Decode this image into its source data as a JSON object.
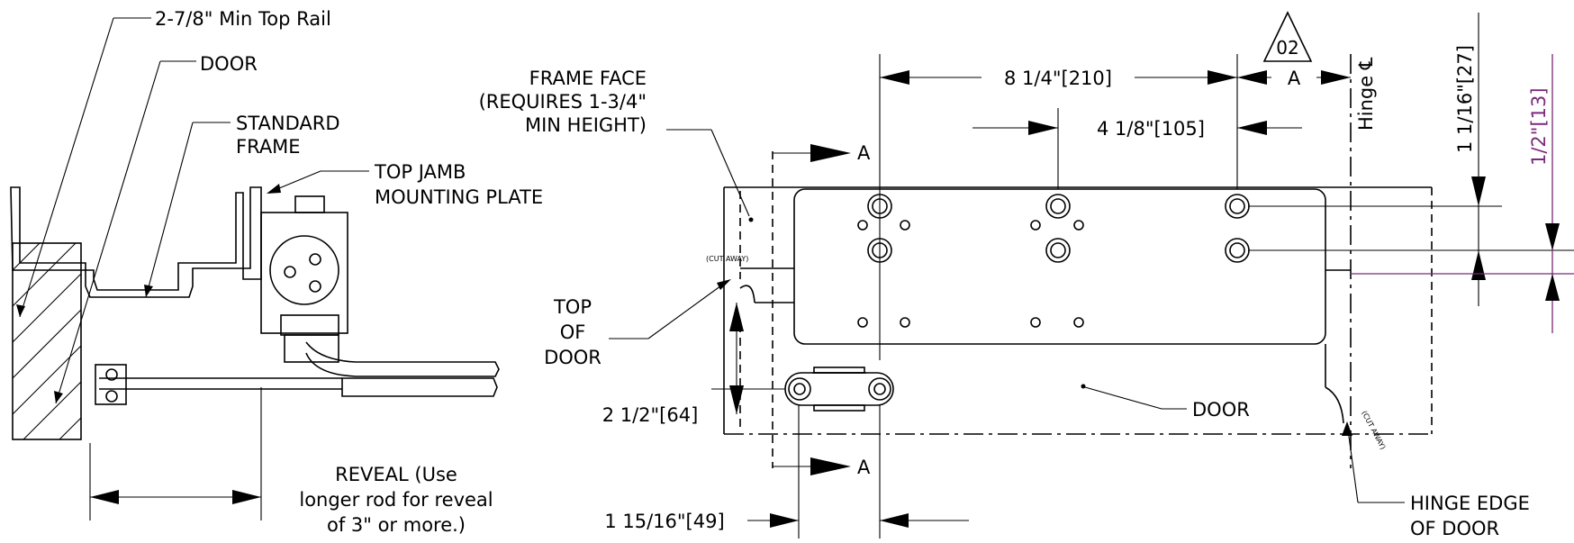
{
  "left_view": {
    "top_rail_label": "2-7/8\" Min Top Rail",
    "door_label": "DOOR",
    "standard_frame_label": [
      "STANDARD",
      "FRAME"
    ],
    "top_jamb_label": [
      "TOP JAMB",
      "MOUNTING PLATE"
    ],
    "reveal_label": [
      "REVEAL (Use",
      "longer rod for reveal",
      "of 3\" or more.)"
    ]
  },
  "right_view": {
    "frame_face_label": [
      "FRAME FACE",
      "(REQUIRES 1-3/4\"",
      "MIN HEIGHT)"
    ],
    "top_of_door_label": [
      "TOP",
      "OF",
      "DOOR"
    ],
    "cut_away_label": "(CUT AWAY)",
    "door_label": "DOOR",
    "hinge_edge_label": [
      "HINGE EDGE",
      "OF DOOR"
    ],
    "section_marker": "A",
    "revision_triangle": "02",
    "hinge_centerline_label": "Hinge ℄",
    "dim_8_1_4": "8 1/4\"[210]",
    "dim_4_1_8": "4 1/8\"[105]",
    "dim_2_1_2": "2 1/2\"[64]",
    "dim_1_15_16": "1 15/16\"[49]",
    "dim_1_1_16": "1 1/16\"[27]",
    "dim_1_2": "1/2\"[13]",
    "dim_A": "A"
  },
  "colors": {
    "line": "#000000",
    "dimension_accent": "#7a2a7a"
  }
}
